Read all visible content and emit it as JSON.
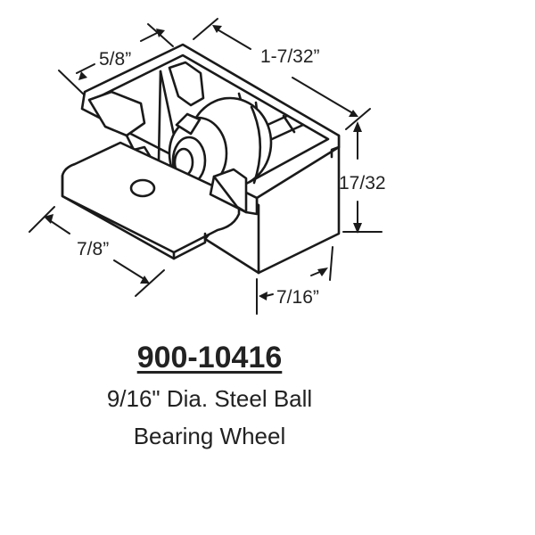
{
  "diagram": {
    "type": "technical-line-drawing",
    "subject": "sliding window roller assembly (isometric)",
    "dimensions": {
      "top_width": "5/8”",
      "length": "1-7/32”",
      "height": "17/32",
      "tab_length": "7/8”",
      "depth": "7/16”"
    }
  },
  "caption": {
    "part_number": "900-10416",
    "description_line1": "9/16\" Dia. Steel Ball",
    "description_line2": "Bearing Wheel"
  },
  "colors": {
    "line": "#1a1a1a",
    "background": "#ffffff"
  }
}
